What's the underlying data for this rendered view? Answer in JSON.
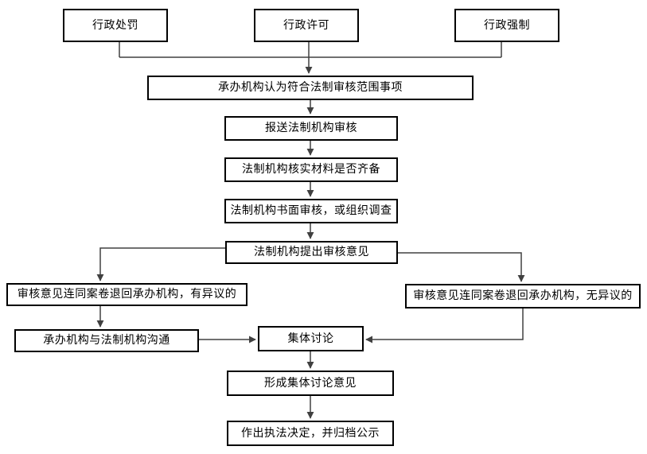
{
  "diagram": {
    "colors": {
      "background": "#ffffff",
      "box_border": "#000000",
      "text": "#000000",
      "connector": "#404040"
    },
    "nodes": [
      {
        "id": "administrative-penalty",
        "label": "行政处罚"
      },
      {
        "id": "administrative-license",
        "label": "行政许可"
      },
      {
        "id": "administrative-enforcement",
        "label": "行政强制"
      },
      {
        "id": "scope-determination",
        "label": "承办机构认为符合法制审核范围事项"
      },
      {
        "id": "submit-for-review",
        "label": "报送法制机构审核"
      },
      {
        "id": "verify-materials",
        "label": "法制机构核实材料是否齐备"
      },
      {
        "id": "written-review",
        "label": "法制机构书面审核，或组织调查"
      },
      {
        "id": "review-opinion",
        "label": "法制机构提出审核意见"
      },
      {
        "id": "return-with-objection",
        "label": "审核意见连同案卷退回承办机构，有异议的"
      },
      {
        "id": "return-no-objection",
        "label": "审核意见连同案卷退回承办机构，无异议的"
      },
      {
        "id": "communication",
        "label": "承办机构与法制机构沟通"
      },
      {
        "id": "group-discussion",
        "label": "集体讨论"
      },
      {
        "id": "discussion-opinion",
        "label": "形成集体讨论意见"
      },
      {
        "id": "final-decision",
        "label": "作出执法决定，并归档公示"
      }
    ]
  }
}
